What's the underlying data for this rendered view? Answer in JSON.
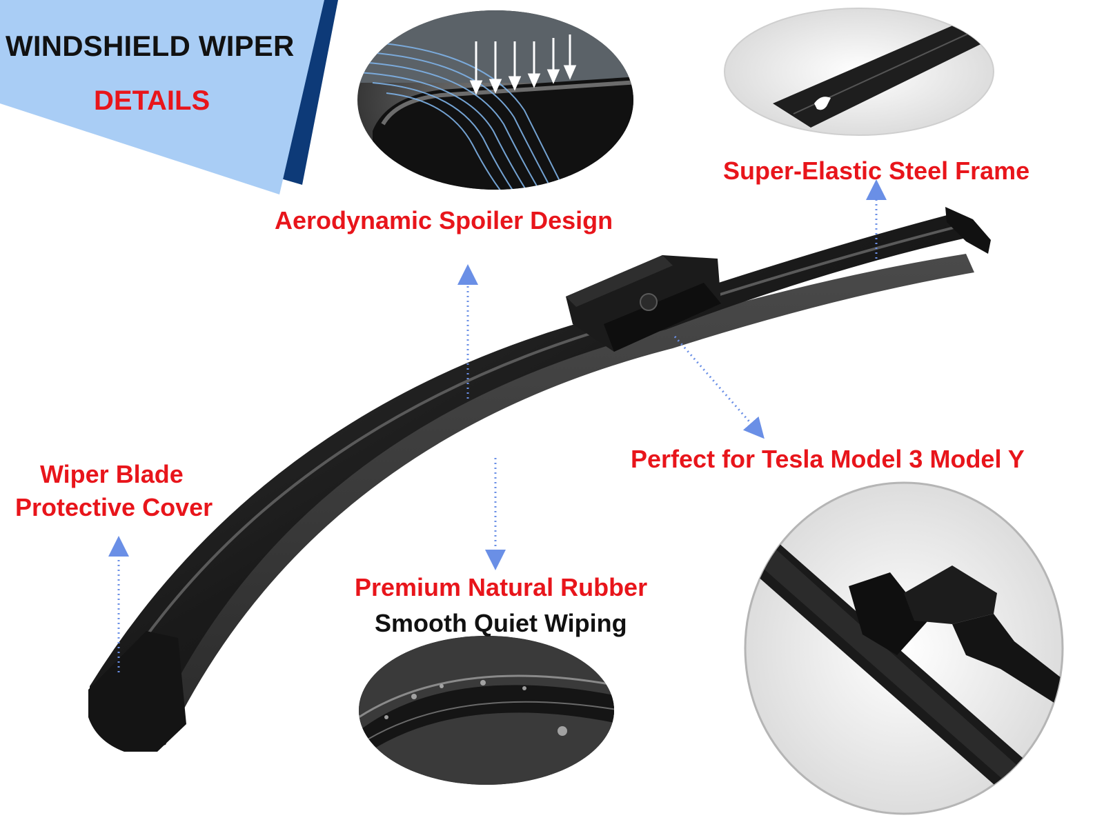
{
  "header": {
    "title_line1": "WINDSHIELD WIPER",
    "title_line2": "DETAILS"
  },
  "features": {
    "aerodynamic": "Aerodynamic Spoiler Design",
    "steel_frame": "Super-Elastic Steel Frame",
    "compatibility": "Perfect for Tesla Model 3 Model Y",
    "cover_line1": "Wiper Blade",
    "cover_line2": "Protective Cover",
    "rubber_line1": "Premium Natural Rubber",
    "rubber_line2": "Smooth Quiet Wiping"
  },
  "colors": {
    "accent_red": "#e8151b",
    "banner_light_blue": "#a9cdf5",
    "banner_dark_navy": "#0d3a78",
    "blade_black": "#1c1c1c",
    "pointer_blue": "#6a8fe6",
    "airflow_blue": "#7fb3e8"
  },
  "icons": {
    "pointer": "dotted-arrow-icon",
    "airflow": "airflow-down-arrow-icon"
  }
}
